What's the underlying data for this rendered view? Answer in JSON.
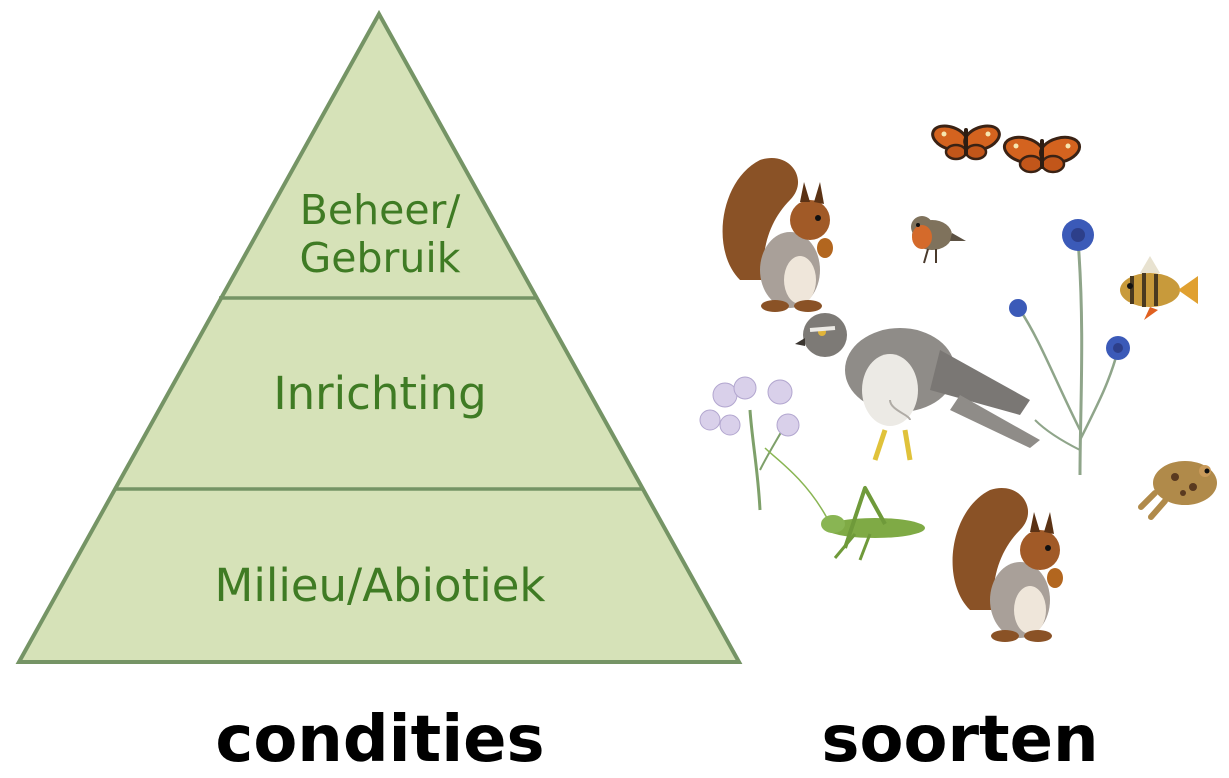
{
  "pyramid": {
    "fill_color": "#d6e2b8",
    "stroke_color": "#759465",
    "text_color": "#3f7b24",
    "tiers": {
      "top_line1": "Beheer/",
      "top_line2": "Gebruik",
      "middle": "Inrichting",
      "bottom": "Milieu/Abiotiek"
    }
  },
  "captions": {
    "left": "condities",
    "right": "soorten"
  },
  "species": [
    {
      "name": "butterfly"
    },
    {
      "name": "butterfly"
    },
    {
      "name": "red-squirrel"
    },
    {
      "name": "robin"
    },
    {
      "name": "cornflower"
    },
    {
      "name": "perch"
    },
    {
      "name": "goshawk"
    },
    {
      "name": "cuckooflower"
    },
    {
      "name": "frog"
    },
    {
      "name": "grasshopper"
    },
    {
      "name": "red-squirrel"
    }
  ]
}
